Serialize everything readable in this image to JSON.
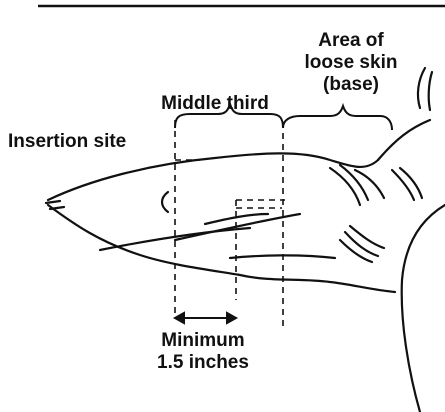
{
  "labels": {
    "area_line1": "Area of",
    "area_line2": "loose skin",
    "area_line3": "(base)",
    "middle_third": "Middle third",
    "insertion_site": "Insertion site",
    "minimum_line1": "Minimum",
    "minimum_line2": "1.5 inches"
  },
  "colors": {
    "ink": "#111111",
    "background": "#ffffff"
  }
}
